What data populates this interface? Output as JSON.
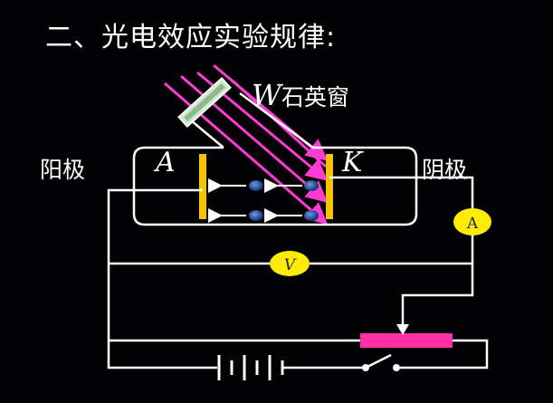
{
  "title": "二、光电效应实验规律:",
  "window": {
    "letter": "W",
    "text": "石英窗"
  },
  "anode_label": "阳极",
  "cathode_label": "阴极",
  "plate_a": "A",
  "plate_k": "K",
  "ammeter_symbol": "A",
  "voltmeter_symbol": "V",
  "colors": {
    "background": "#020205",
    "wire": "#ffffff",
    "light_ray": "#ff3cd2",
    "electrode": "#f5c400",
    "electron": "#1a4f9e",
    "meter": "#ffec00",
    "rheostat": "#ff2fa8"
  }
}
